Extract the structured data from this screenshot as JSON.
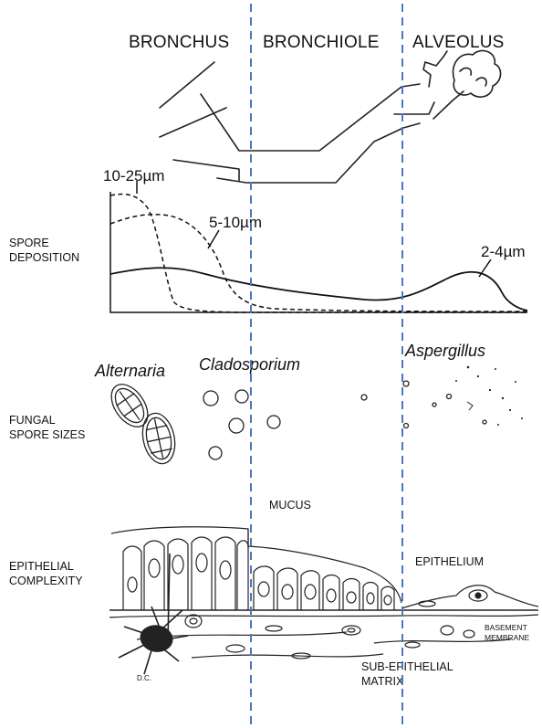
{
  "regions": [
    "BRONCHUS",
    "BRONCHIOLE",
    "ALVEOLUS"
  ],
  "row_labels": {
    "spore_deposition": [
      "SPORE",
      "DEPOSITION"
    ],
    "fungal_spore_sizes": [
      "FUNGAL",
      "SPORE SIZES"
    ],
    "epithelial_complexity": [
      "EPITHELIAL",
      "COMPLEXITY"
    ]
  },
  "deposition_curves": {
    "large": "10-25µm",
    "medium": "5-10µm",
    "small": "2-4µm"
  },
  "genera": [
    "Alternaria",
    "Cladosporium",
    "Aspergillus"
  ],
  "tissue_labels": {
    "mucus": "MUCUS",
    "epithelium": "EPITHELIUM",
    "basement_membrane": [
      "BASEMENT",
      "MEMBRANE"
    ],
    "sub_epithelial_matrix": [
      "SUB-EPITHELIAL",
      "MATRIX"
    ],
    "cell_initials": "D.C."
  },
  "colors": {
    "divider": "#4a78c0",
    "ink": "#111111"
  }
}
